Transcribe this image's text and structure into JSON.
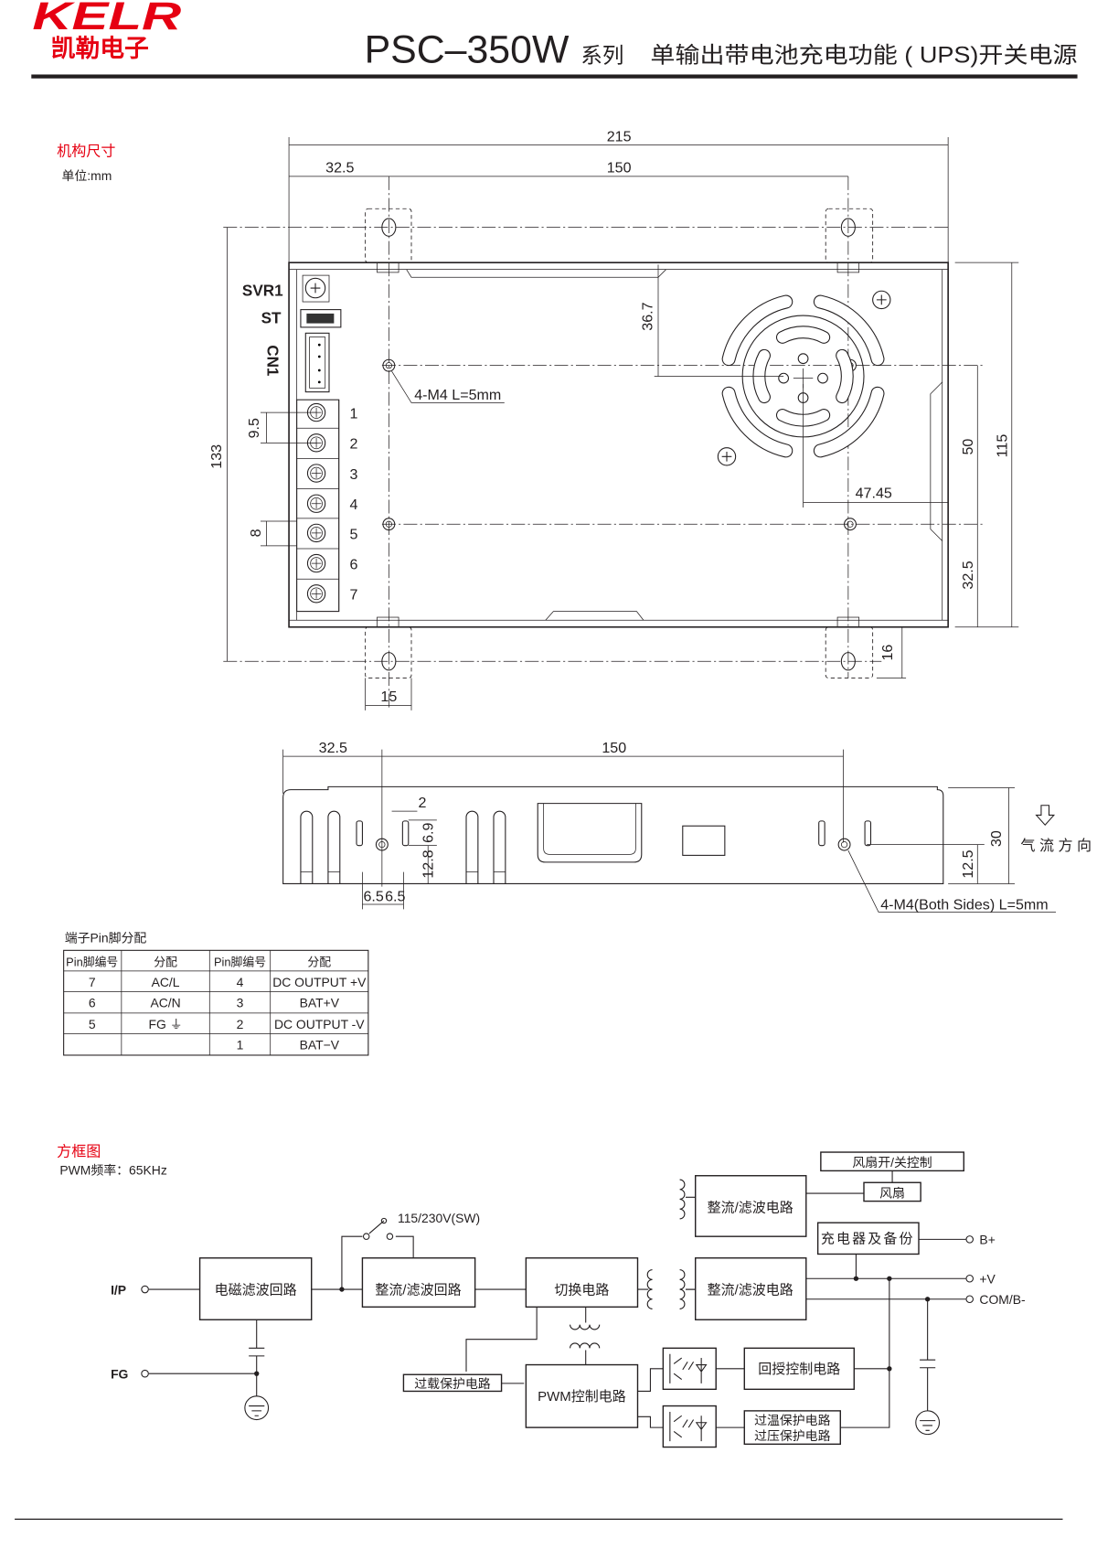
{
  "header": {
    "brand_en": "KELR",
    "brand_cn": "凯勒电子",
    "model": "PSC–350W",
    "series": "系列",
    "subtitle": "单输出带电池充电功能 ( UPS)开关电源"
  },
  "colors": {
    "brand": "#e60012",
    "ink": "#231f20"
  },
  "mechanical": {
    "title": "机构尺寸",
    "unit": "单位:mm",
    "top_view": {
      "overall_length": "215",
      "hole_offset": "32.5",
      "hole_pitch": "150",
      "overall_height": "133",
      "fan_offset_y": "36.7",
      "fan_offset_x": "47.45",
      "hole_pitch_v": "50",
      "body_width": "115",
      "hole_bottom": "32.5",
      "tab_depth": "16",
      "tab_width": "15",
      "terminal_pitch": "9.5",
      "terminal_step": "8",
      "mount_note": "4-M4 L=5mm",
      "svr_label": "SVR1",
      "st_label": "ST",
      "cn_label": "CN1",
      "terminals": [
        "1",
        "2",
        "3",
        "4",
        "5",
        "6",
        "7"
      ]
    },
    "side_view": {
      "hole_offset": "32.5",
      "hole_pitch": "150",
      "slot_gap": "2",
      "slot_height": "6.9",
      "hole_height": "12.8",
      "slot_left": "6.5",
      "slot_right": "6.5",
      "height": "30",
      "hole_z": "12.5",
      "airflow": "气 流 方 向",
      "mount_note": "4-M4(Both Sides) L=5mm"
    }
  },
  "pin_table": {
    "title": "端子Pin脚分配",
    "headers": [
      "Pin脚编号",
      "分配",
      "Pin脚编号",
      "分配"
    ],
    "rows": [
      [
        "7",
        "AC/L",
        "4",
        "DC OUTPUT +V"
      ],
      [
        "6",
        "AC/N",
        "3",
        "BAT+V"
      ],
      [
        "5",
        "FG ⏚",
        "2",
        "DC OUTPUT -V"
      ],
      [
        "",
        "",
        "1",
        "BAT−V"
      ]
    ]
  },
  "block_diagram": {
    "title": "方框图",
    "pwm_freq": "PWM频率：65KHz",
    "ip": "I/P",
    "fg": "FG",
    "switch_label": "115/230V(SW)",
    "emi": "电磁滤波回路",
    "rect_in": "整流/滤波回路",
    "switching": "切换电路",
    "rect_out_main": "整流/滤波电路",
    "rect_out_fan": "整流/滤波电路",
    "fan_ctrl": "风扇开/关控制",
    "fan": "风扇",
    "charger": "充电器及备份",
    "overload": "过载保护电路",
    "pwm": "PWM控制电路",
    "feedback": "回授控制电路",
    "ot": "过温保护电路",
    "ov": "过压保护电路",
    "out_b": "B+",
    "out_v": "+V",
    "out_com": "COM/B-"
  }
}
